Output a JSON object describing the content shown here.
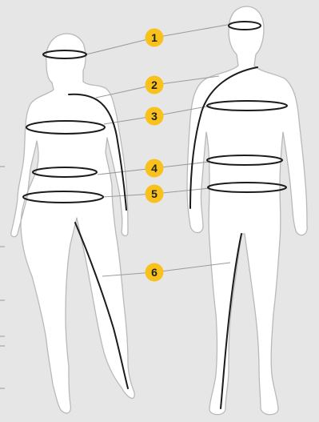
{
  "colors": {
    "background": "#e6e6e7",
    "figure_fill": "#ffffff",
    "figure_stroke": "#b9b9bb",
    "measure_line": "#1b1b1b",
    "leader_line": "#9a9a9a",
    "marker_fill": "#f8c11c",
    "marker_text": "#222222"
  },
  "markers": [
    {
      "id": "1",
      "label": "1",
      "measurement": "head"
    },
    {
      "id": "2",
      "label": "2",
      "measurement": "arm length"
    },
    {
      "id": "3",
      "label": "3",
      "measurement": "chest"
    },
    {
      "id": "4",
      "label": "4",
      "measurement": "waist"
    },
    {
      "id": "5",
      "label": "5",
      "measurement": "hips"
    },
    {
      "id": "6",
      "label": "6",
      "measurement": "inseam"
    }
  ]
}
